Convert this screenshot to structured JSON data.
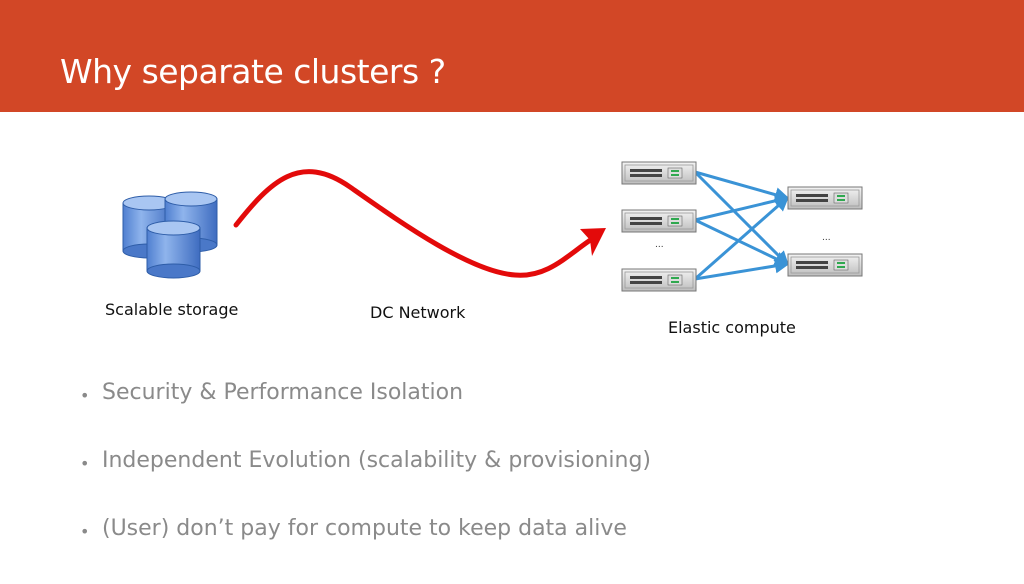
{
  "slide": {
    "title": "Why separate clusters ?",
    "accent_color": "#D24726"
  },
  "diagram": {
    "storage_label": "Scalable storage",
    "network_label": "DC Network",
    "compute_label": "Elastic compute",
    "left_column_ellipsis": "...",
    "right_column_ellipsis": "...",
    "storage_icon": "database-cylinders-icon",
    "server_icon": "rack-server-icon",
    "network_arrow_color": "#E30A0A",
    "link_arrow_color": "#3A93D6"
  },
  "bullets": [
    "Security & Performance Isolation",
    "Independent Evolution (scalability & provisioning)",
    "(User) don’t pay for compute to keep data alive"
  ]
}
